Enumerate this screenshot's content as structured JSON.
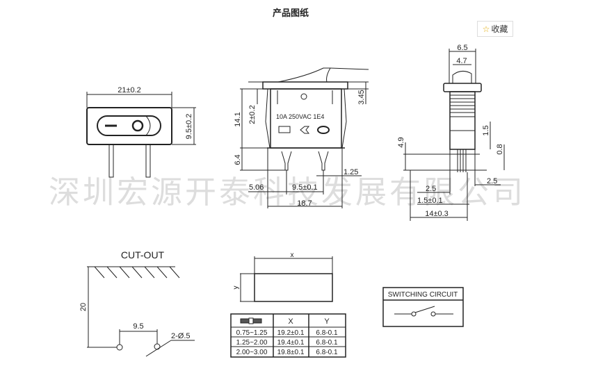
{
  "header": {
    "title": "产品图纸",
    "collect_label": "收藏",
    "collect_icon": "star-icon"
  },
  "watermark": "深圳宏源开泰科技发展有限公司",
  "front_view": {
    "width": "21±0.2",
    "height": "9.5±0.2"
  },
  "main_view": {
    "rating": "10A  250VAC  1E4",
    "dims": {
      "total_height": "14.1",
      "flange": "2±0.2",
      "top": "3.45",
      "pin_length": "6.4",
      "pin_width": "1.25",
      "offset": "5.06",
      "pitch": "9.5±0.1",
      "width": "18.7"
    }
  },
  "side_view": {
    "dims": {
      "width": "6.5",
      "rocker": "4.7",
      "h49": "4.9",
      "h15": "1.5",
      "h08": "0.8",
      "r25": "2.5",
      "l25": "2.5",
      "pin": "1.5±0.1",
      "depth": "14±0.3"
    }
  },
  "cutout": {
    "title": "CUT-OUT",
    "height": "20",
    "pitch": "9.5",
    "holes": "2-Ø.5"
  },
  "panel": {
    "x_label": "x",
    "y_label": "y"
  },
  "table": {
    "headers": [
      "X",
      "Y"
    ],
    "rows": [
      [
        "0.75~1.25",
        "19.2±0.1",
        "6.8-0.1"
      ],
      [
        "1.25~2.00",
        "19.4±0.1",
        "6.8-0.1"
      ],
      [
        "2.00~3.00",
        "19.8±0.1",
        "6.8-0.1"
      ]
    ]
  },
  "circuit": {
    "title": "SWITCHING CIRCUIT"
  }
}
